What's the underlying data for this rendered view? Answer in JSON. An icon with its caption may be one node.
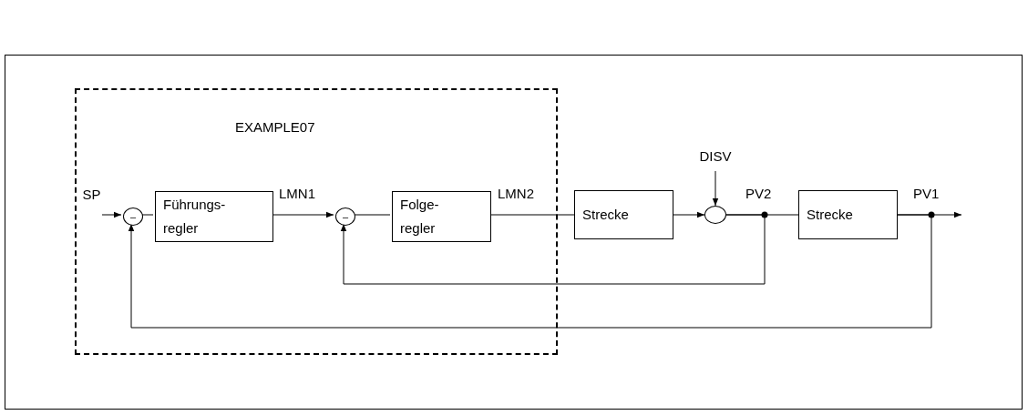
{
  "diagram": {
    "nodes": [
      {
        "text": [
          "EXAMPLE07"
        ]
      },
      {
        "text": [
          "SP"
        ],
        "in": 0
      },
      {
        "text": [
          "–"
        ],
        "in": 0
      },
      {
        "text": [
          "Führungs- regler"
        ],
        "in": 0
      },
      {
        "text": [
          "–"
        ],
        "in": 0
      },
      {
        "text": [
          "Folge- regler"
        ],
        "in": 0
      },
      {
        "text": [
          "Strecke"
        ]
      },
      {
        "text": [],
        "shape": "circle"
      },
      {
        "text": [
          "DISV"
        ]
      },
      {
        "text": [
          "Strecke"
        ]
      }
    ],
    "edges": [
      {
        "from": 1,
        "to": 2,
        "arrow": "to"
      },
      {
        "from": 2,
        "to": 3,
        "arrow": "none"
      },
      {
        "from": 3,
        "to": 4,
        "arrow": "to",
        "label": "LMN1"
      },
      {
        "from": 4,
        "to": 5,
        "arrow": "none"
      },
      {
        "from": 5,
        "to": 6,
        "arrow": "none",
        "label": "LMN2"
      },
      {
        "from": 6,
        "to": 7,
        "arrow": "to"
      },
      {
        "from": 8,
        "to": 7,
        "arrow": "to"
      },
      {
        "from": 7,
        "to": 9,
        "arrow": "none",
        "label": "PV2"
      },
      {
        "from": 9,
        "to": null,
        "arrow": "to",
        "label": "PV1"
      },
      {
        "from": 7,
        "to": 4,
        "arrow": "to"
      },
      {
        "from": 9,
        "to": 2,
        "arrow": "to"
      }
    ]
  }
}
